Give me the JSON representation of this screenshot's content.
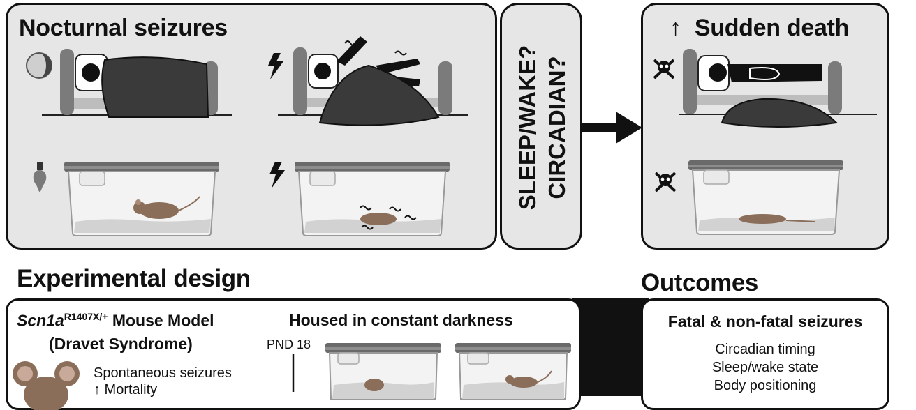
{
  "top": {
    "nocturnal_title": "Nocturnal seizures",
    "middle_label_line1": "SLEEP/WAKE?",
    "middle_label_line2": "CIRCADIAN?",
    "sudden_arrow": "↑",
    "sudden_title": "Sudden death"
  },
  "design": {
    "section_title": "Experimental design",
    "model_gene": "Scn1a",
    "model_superscript": "R1407X/+",
    "model_rest": " Mouse Model",
    "model_line2": "(Dravet Syndrome)",
    "traits": [
      "Spontaneous seizures",
      "↑ Mortality"
    ],
    "housed_title": "Housed in constant darkness",
    "pnd_label": "PND 18"
  },
  "outcomes": {
    "section_title": "Outcomes",
    "box_title": "Fatal & non-fatal seizures",
    "items": [
      "Circadian timing",
      "Sleep/wake state",
      "Body positioning"
    ]
  },
  "colors": {
    "panel_bg": "#e6e6e6",
    "border": "#111111",
    "blanket": "#3a3a3a",
    "mouse": "#8a6e5a",
    "bedpost": "#7b7b7b"
  }
}
